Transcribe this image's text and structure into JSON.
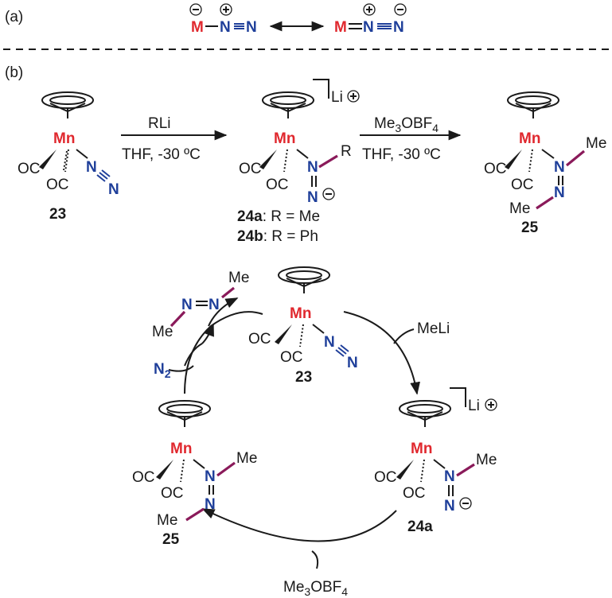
{
  "panel_labels": {
    "a": "(a)",
    "b": "(b)"
  },
  "resonance": {
    "left": {
      "m": "M",
      "n1": "N",
      "n2": "N"
    },
    "right": {
      "m": "M",
      "n1": "N",
      "n2": "N"
    }
  },
  "atoms": {
    "mn": "Mn",
    "oc": "OC",
    "li": "Li",
    "me": "Me",
    "r": "R",
    "n": "N",
    "n2": "N",
    "n2_sub": "2"
  },
  "reaction1": {
    "reagent": "RLi",
    "conditions": "THF, -30 ºC"
  },
  "reaction2": {
    "reagent_pre": "Me",
    "reagent_sub": "3",
    "reagent_post": "OBF",
    "reagent_sub2": "4",
    "conditions": "THF, -30 ºC"
  },
  "compounds": {
    "c23": "23",
    "c24a_num": "24a",
    "c24a_rest": ": R = Me",
    "c24b_num": "24b",
    "c24b_rest": ": R = Ph",
    "c25": "25",
    "c24a": "24a"
  },
  "cycle": {
    "meli": "MeLi",
    "me3obf4_pre": "Me",
    "me3obf4_sub": "3",
    "me3obf4_post": "OBF",
    "me3obf4_sub2": "4"
  }
}
